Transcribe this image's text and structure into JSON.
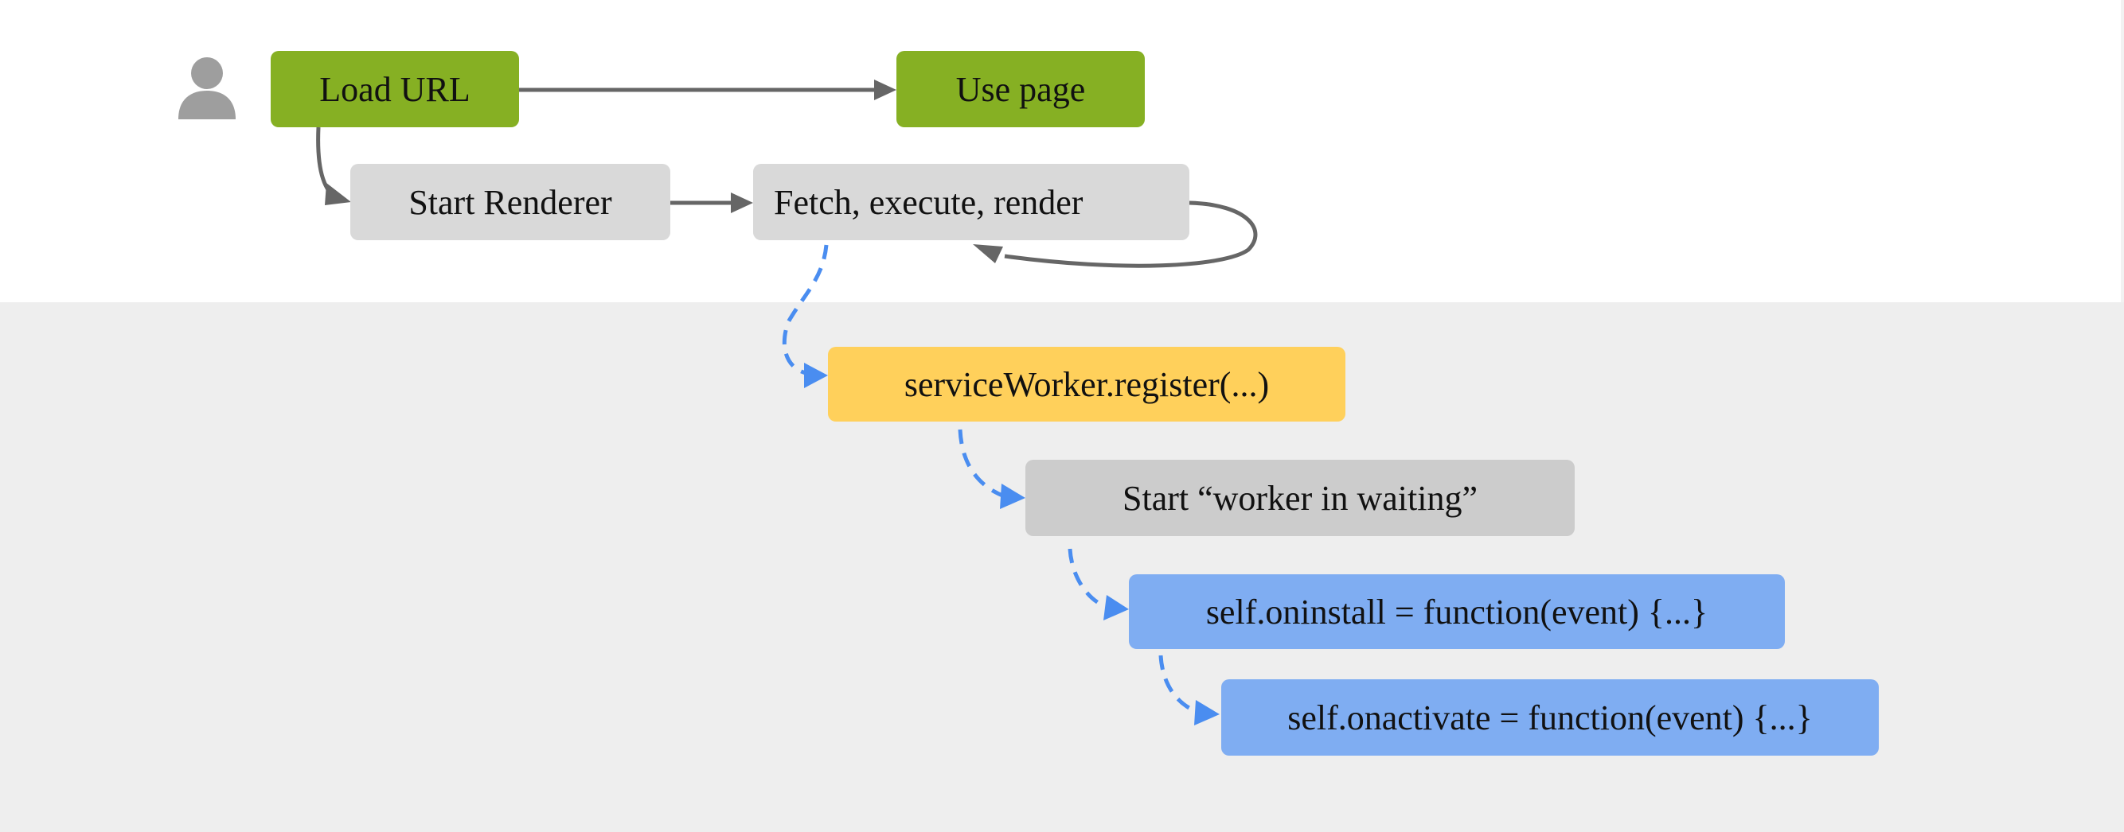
{
  "diagram": {
    "colors": {
      "green": "#86b023",
      "gray_light": "#d9d9d9",
      "gray_mid": "#cccccc",
      "yellow": "#ffd05b",
      "blue": "#7fadf2",
      "arrow_solid": "#666666",
      "arrow_dashed": "#4a8df0",
      "band_bottom": "#eeeeee"
    },
    "icons": {
      "user": "user-icon"
    },
    "nodes": {
      "load_url": "Load URL",
      "use_page": "Use page",
      "start_renderer": "Start Renderer",
      "fetch_execute_render": "Fetch, execute, render",
      "sw_register": "serviceWorker.register(...)",
      "worker_waiting": "Start “worker in waiting”",
      "oninstall": "self.oninstall = function(event) {...}",
      "onactivate": "self.onactivate = function(event) {...}"
    }
  }
}
